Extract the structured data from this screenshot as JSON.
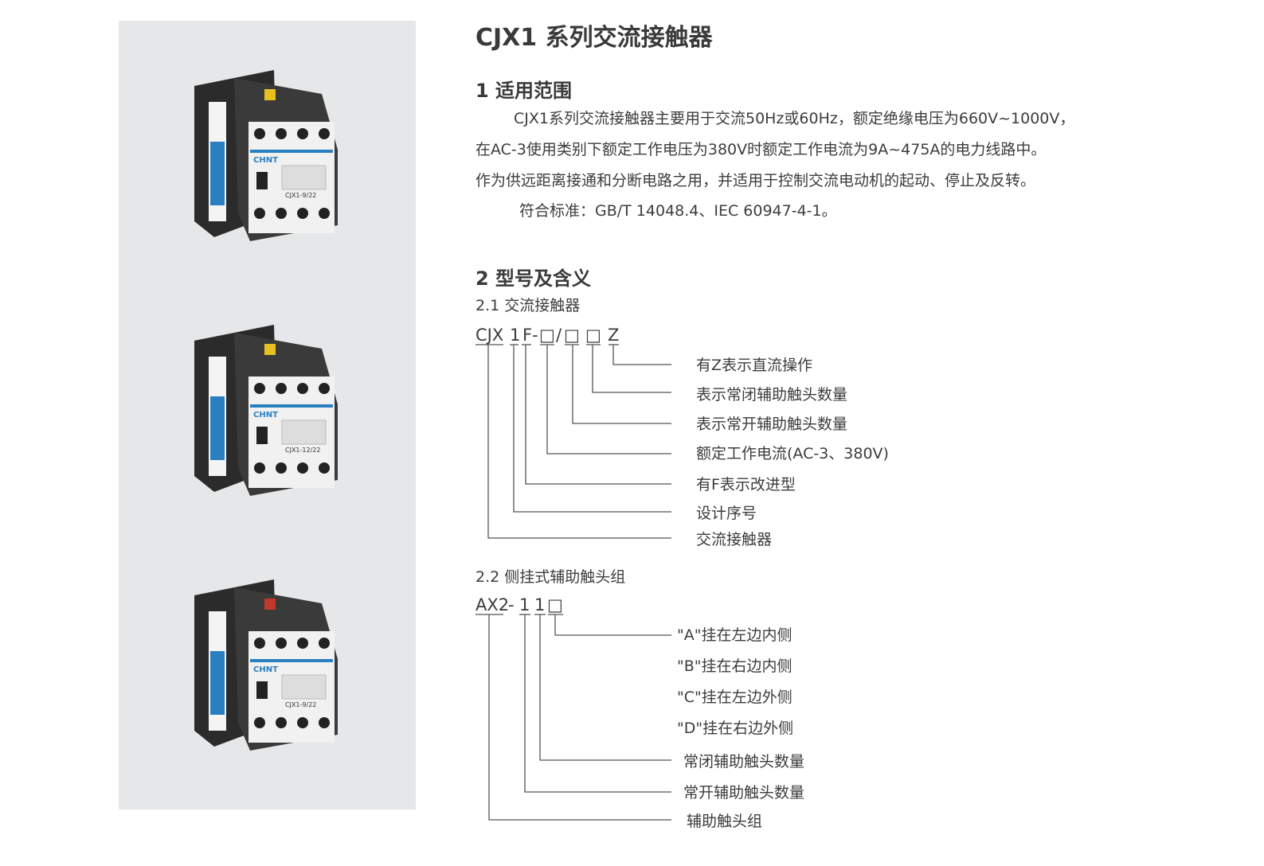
{
  "title": "CJX1 系列交流接触器",
  "section1": {
    "heading": "1 适用范围",
    "lines": [
      "CJX1系列交流接触器主要用于交流50Hz或60Hz，额定绝缘电压为660V~1000V，",
      "在AC-3使用类别下额定工作电压为380V时额定工作电流为9A~475A的电力线路中。",
      "作为供远距离接通和分断电路之用，并适用于控制交流电动机的起动、停止及反转。",
      "符合标准：GB/T 14048.4、IEC 60947-4-1。"
    ]
  },
  "section2": {
    "heading": "2 型号及含义",
    "sub1": {
      "title": "2.1 交流接触器",
      "code": {
        "p1": "CJX",
        "p2": "1",
        "p3": "F-",
        "p4": "□",
        "p5": "/",
        "p6": "□",
        "p7": "□",
        "p8": "Z"
      },
      "labels": [
        "有Z表示直流操作",
        "表示常闭辅助触头数量",
        "表示常开辅助触头数量",
        "额定工作电流(AC-3、380V)",
        "有F表示改进型",
        "设计序号",
        "交流接触器"
      ]
    },
    "sub2": {
      "title": "2.2 侧挂式辅助触头组",
      "code": {
        "p1": "AX2",
        "p2": "-",
        "p3": "1",
        "p4": "1",
        "p5": "□"
      },
      "labels": [
        "\"A\"挂在左边内侧",
        "\"B\"挂在右边内侧",
        "\"C\"挂在左边外侧",
        "\"D\"挂在右边外侧",
        "常闭辅助触头数量",
        "常开辅助触头数量",
        "辅助触头组"
      ]
    }
  },
  "products": [
    {
      "brand": "CHNT",
      "model": "CJX1-9/22"
    },
    {
      "brand": "CHNT",
      "model": "CJX1-12/22"
    },
    {
      "brand": "CHNT",
      "model": "CJX1-9/22"
    }
  ],
  "colors": {
    "panel": "#e6e7e8",
    "body": "#2b2b2b",
    "blue": "#2a7fc1"
  }
}
